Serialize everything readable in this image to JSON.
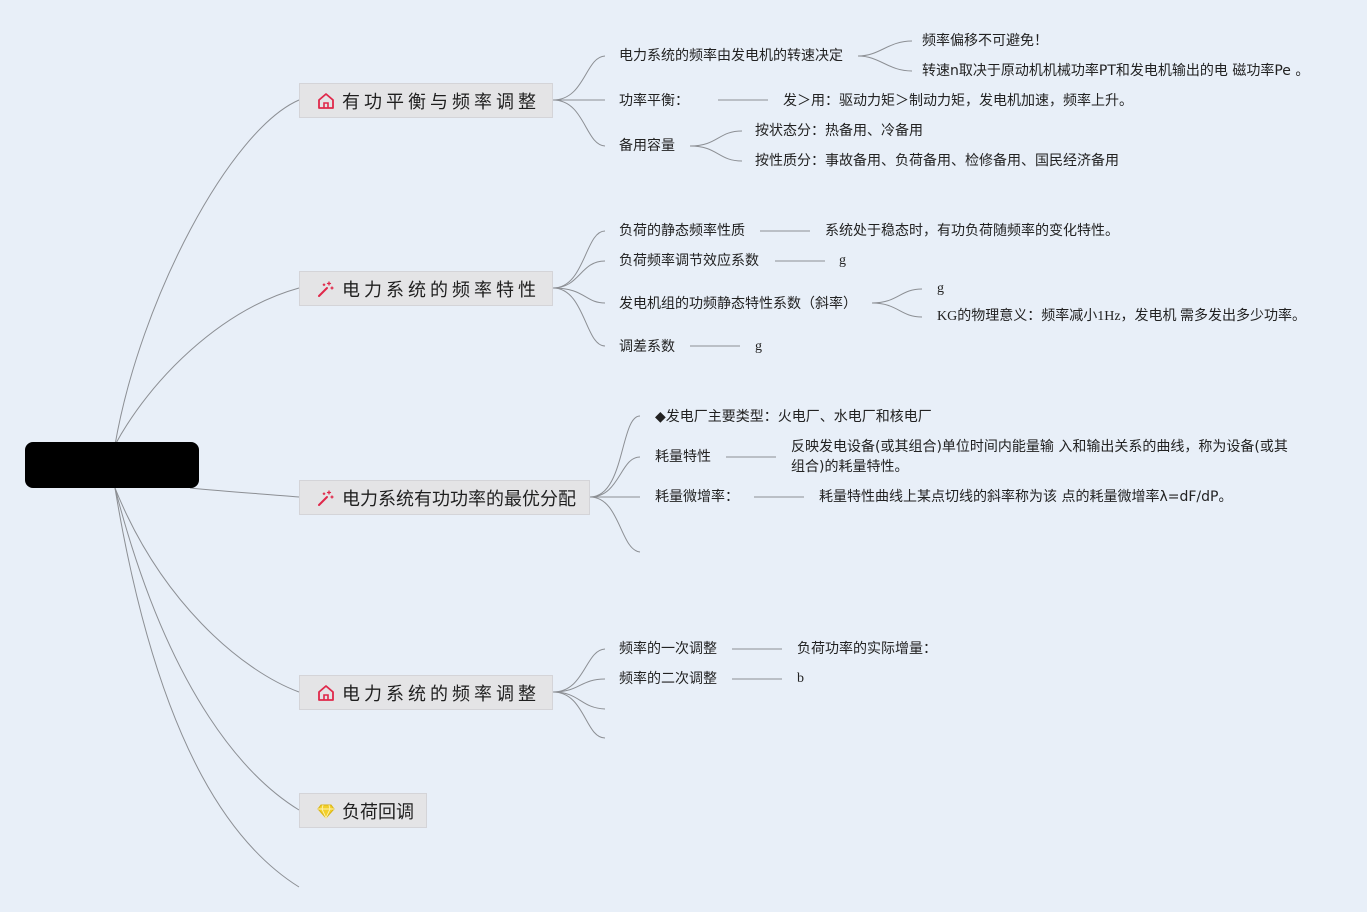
{
  "root": {
    "label": ""
  },
  "topics": [
    {
      "title": "有功平衡与频率调整",
      "icon": "house-icon",
      "items": [
        {
          "label": "电力系统的频率由发电机的转速决定",
          "children": [
            "频率偏移不可避免！",
            "转速n取决于原动机机械功率PT和发电机输出的电 磁功率Pe 。"
          ]
        },
        {
          "label": "功率平衡：",
          "children": [
            "发＞用：驱动力矩＞制动力矩，发电机加速，频率上升。"
          ]
        },
        {
          "label": "备用容量",
          "children": [
            "按状态分：热备用、冷备用",
            "按性质分：事故备用、负荷备用、检修备用、国民经济备用"
          ]
        }
      ]
    },
    {
      "title": "电力系统的频率特性",
      "icon": "magic-wand-icon",
      "items": [
        {
          "label": "负荷的静态频率性质",
          "children": [
            "系统处于稳态时，有功负荷随频率的变化特性。"
          ]
        },
        {
          "label": "负荷频率调节效应系数",
          "children": [
            "g"
          ]
        },
        {
          "label": "发电机组的功频静态特性系数（斜率）",
          "children": [
            "g",
            "KG的物理意义：频率减小1Hz，发电机 需多发出多少功率。"
          ]
        },
        {
          "label": "调差系数",
          "children": [
            "g"
          ]
        }
      ]
    },
    {
      "title": "电力系统有功功率的最优分配",
      "icon": "magic-wand-icon",
      "items": [
        {
          "label": "◆发电厂主要类型：火电厂、水电厂和核电厂",
          "children": []
        },
        {
          "label": "耗量特性",
          "children": [
            "反映发电设备(或其组合)单位时间内能量输 入和输出关系的曲线，称为设备(或其",
            "组合)的耗量特性。"
          ]
        },
        {
          "label": "耗量微增率：",
          "children": [
            "耗量特性曲线上某点切线的斜率称为该 点的耗量微增率λ=dF/dP。"
          ]
        }
      ]
    },
    {
      "title": "电力系统的频率调整",
      "icon": "house-icon",
      "items": [
        {
          "label": "频率的一次调整",
          "children": [
            "负荷功率的实际增量："
          ]
        },
        {
          "label": "频率的二次调整",
          "children": [
            "b"
          ]
        }
      ]
    },
    {
      "title": "负荷回调",
      "icon": "gem-icon",
      "items": []
    }
  ],
  "colors": {
    "connector": "#8c8f94",
    "topic_bg": "#e4e4e6",
    "background": "#e8eff8",
    "icon_red": "#e0284a",
    "icon_gem": "#f2cf2a"
  }
}
